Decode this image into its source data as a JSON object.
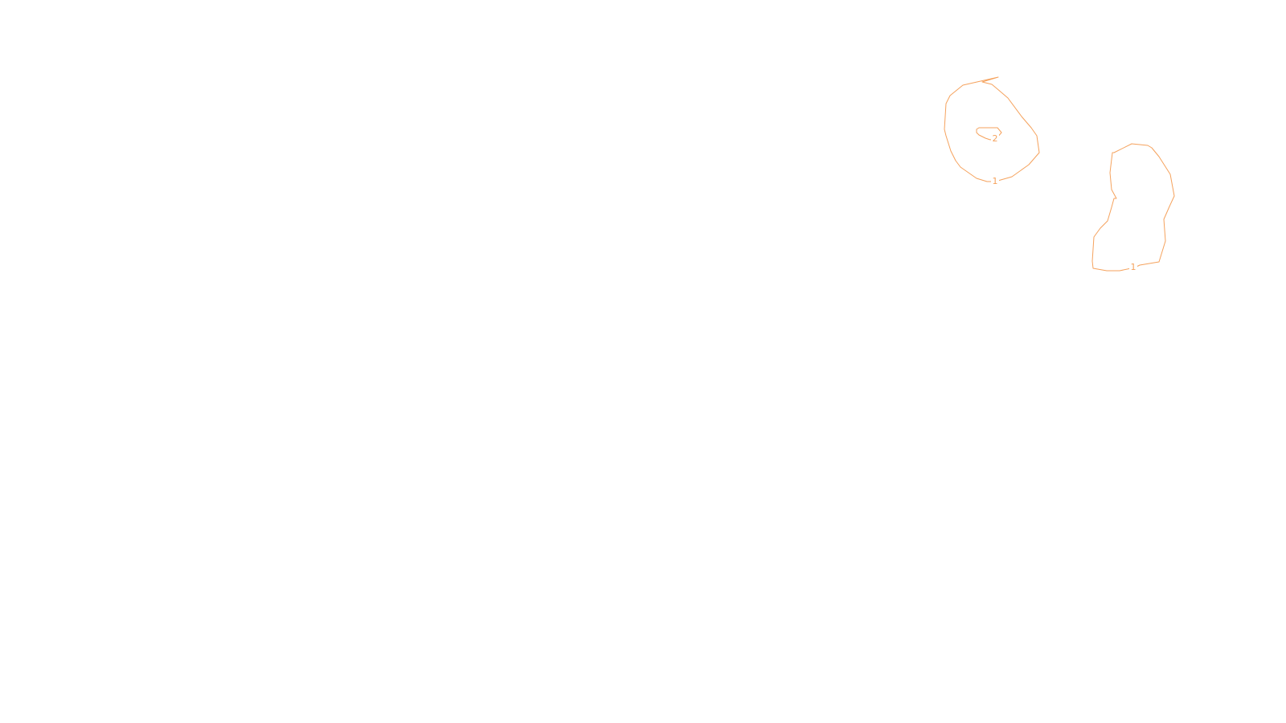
{
  "colors": {
    "contour": "#f5a25d",
    "background": "#ffffff"
  },
  "chart_data": {
    "type": "contour",
    "title": "",
    "xlabel": "",
    "ylabel": "",
    "levels": [
      {
        "label": "1",
        "value": 1
      },
      {
        "label": "2",
        "value": 2
      }
    ],
    "regions": [
      {
        "id": "left-outer",
        "level_label": "1"
      },
      {
        "id": "left-inner",
        "level_label": "2"
      },
      {
        "id": "right-outer",
        "level_label": "1"
      }
    ]
  }
}
